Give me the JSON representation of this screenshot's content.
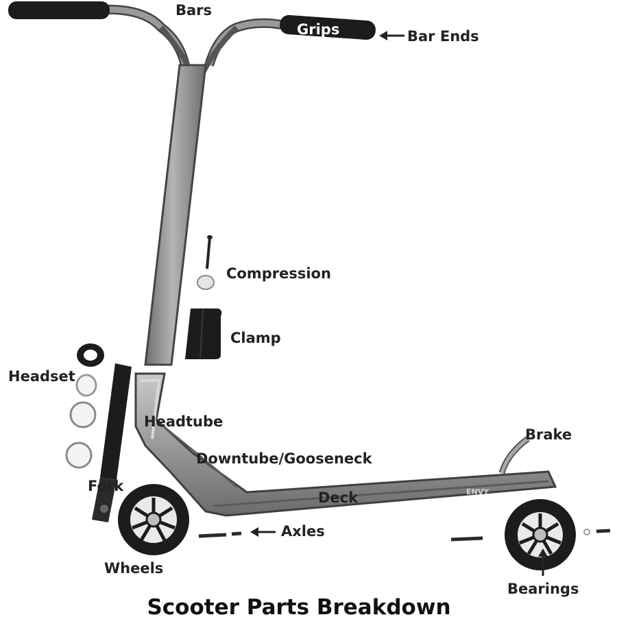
{
  "title": "Scooter Parts Breakdown",
  "labels": {
    "bars": "Bars",
    "grips": "Grips",
    "bar_ends": "Bar Ends",
    "compression": "Compression",
    "clamp": "Clamp",
    "headset": "Headset",
    "headtube": "Headtube",
    "downtube": "Downtube/Gooseneck",
    "brake": "Brake",
    "fork": "Fork",
    "deck": "Deck",
    "axles": "Axles",
    "wheels": "Wheels",
    "bearings": "Bearings"
  },
  "deck_brand": "ENVY",
  "colors": {
    "metal": "#8f8f8f",
    "metal_dark": "#5f5f5f",
    "rubber": "#1c1c1c",
    "label": "#222222"
  }
}
